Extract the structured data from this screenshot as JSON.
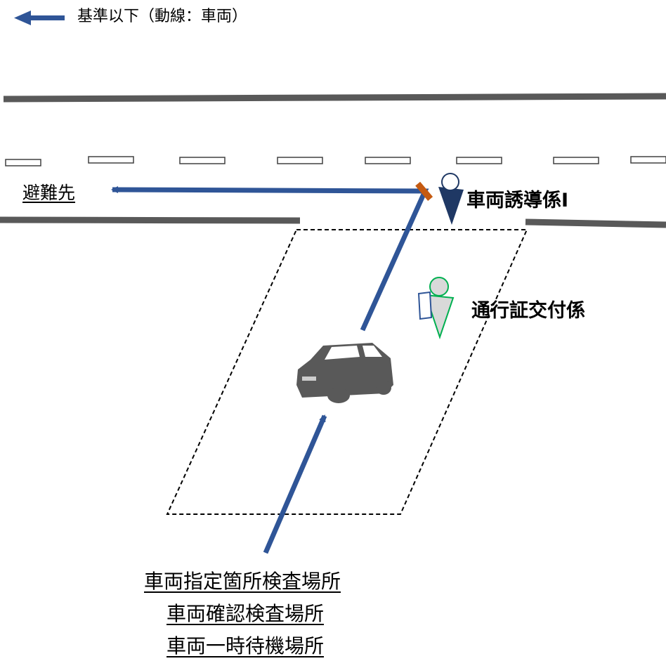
{
  "legend": {
    "arrow_icon": "left-arrow-icon",
    "arrow_color": "#2f5597",
    "label": "基準以下（動線：車両）"
  },
  "labels": {
    "evacuation": "避難先",
    "guide_staff": "車両誘導係Ⅰ",
    "pass_staff": "通行証交付係"
  },
  "locations": [
    "車両指定箇所検査場所",
    "車両確認検査場所",
    "車両一時待機場所"
  ],
  "colors": {
    "flow_line": "#2f5597",
    "road": "#595959",
    "car": "#595959",
    "guide_figure": "#1f3864",
    "pass_figure_outline": "#00b050",
    "baton": "#c55a11"
  }
}
